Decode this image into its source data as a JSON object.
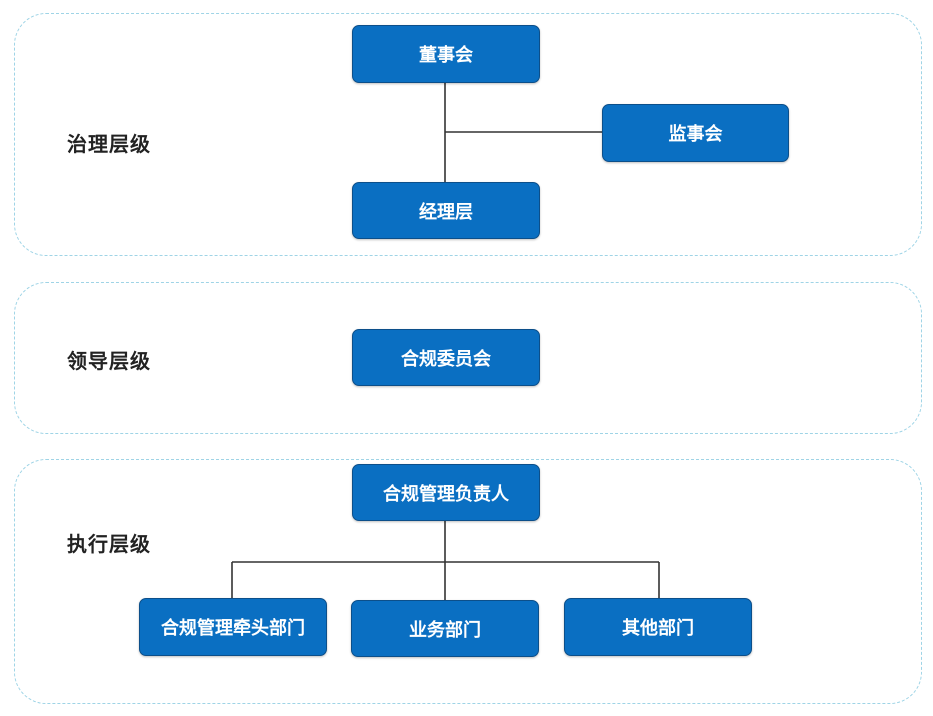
{
  "sections": {
    "governance": {
      "label": "治理层级",
      "nodes": {
        "board": "董事会",
        "supervisory": "监事会",
        "management": "经理层"
      }
    },
    "leadership": {
      "label": "领导层级",
      "nodes": {
        "compliance_committee": "合规委员会"
      }
    },
    "execution": {
      "label": "执行层级",
      "nodes": {
        "compliance_officer": "合规管理负责人",
        "lead_department": "合规管理牵头部门",
        "business_department": "业务部门",
        "other_departments": "其他部门"
      }
    }
  },
  "colors": {
    "node_fill": "#0a6fc2",
    "node_border": "#0c4f8a",
    "section_border": "#9fd4e6",
    "connector": "#333333"
  }
}
